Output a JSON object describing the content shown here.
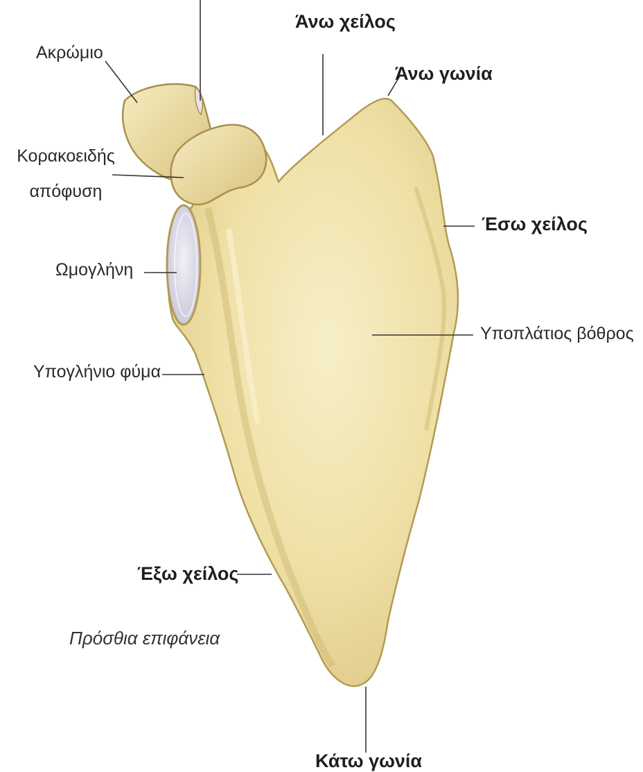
{
  "figure": {
    "caption": "Πρόσθια επιφάνεια"
  },
  "labels": {
    "acromion": "Ακρώμιο",
    "coracoid_line1": "Κορακοειδής",
    "coracoid_line2": "απόφυση",
    "glenoid": "Ωμογλήνη",
    "infraglenoid": "Υπογλήνιο φύμα",
    "superior_border": "Άνω χείλος",
    "superior_angle": "Άνω γωνία",
    "medial_border": "Έσω χείλος",
    "subscapular_fossa": "Υποπλάτιος βόθρος",
    "lateral_border": "Έξω χείλος",
    "inferior_angle": "Κάτω γωνία"
  },
  "colors": {
    "bone_fill": "#f2e6b0",
    "bone_shadow": "#d8c47e",
    "bone_outline": "#b39a55",
    "glenoid_fill": "#e4e2ee",
    "leader_line": "#333333"
  }
}
